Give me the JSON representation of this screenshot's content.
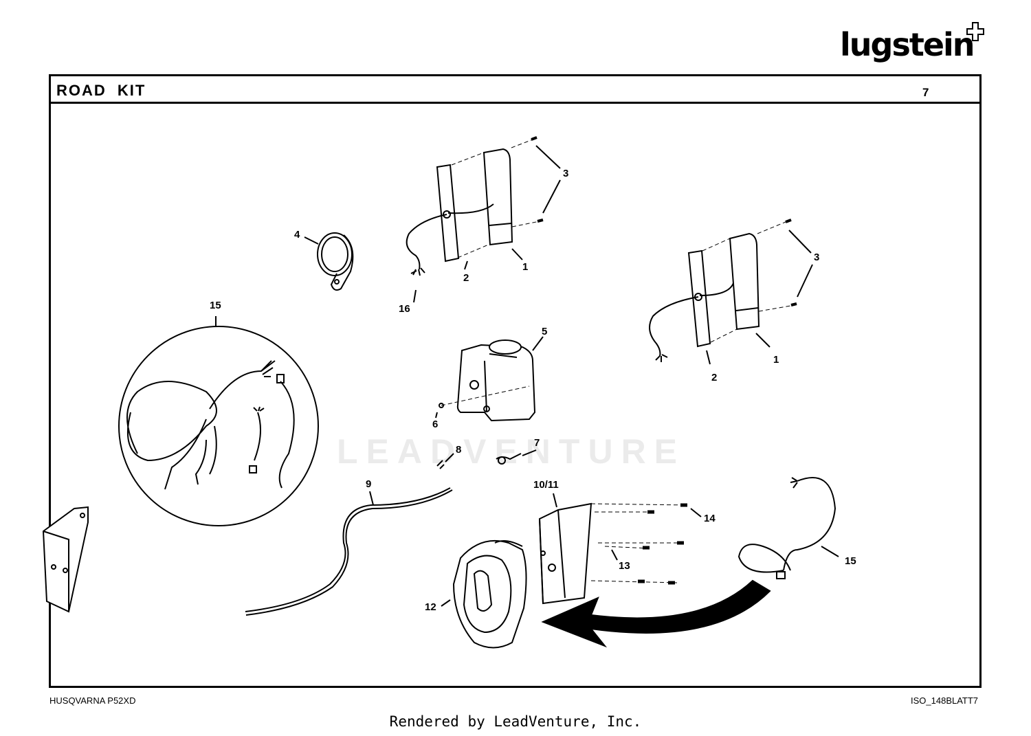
{
  "header": {
    "logo": "lugstein",
    "title": "ROAD  KIT",
    "page_number": "7"
  },
  "callouts": [
    "1",
    "2",
    "3",
    "4",
    "5",
    "6",
    "7",
    "8",
    "9",
    "10/11",
    "12",
    "13",
    "14",
    "15",
    "16"
  ],
  "footer": {
    "model": "HUSQVARNA P52XD",
    "drawing_id": "ISO_148BLATT7",
    "rendered_by": "Rendered by LeadVenture, Inc."
  },
  "watermark": "LEADVENTURE"
}
